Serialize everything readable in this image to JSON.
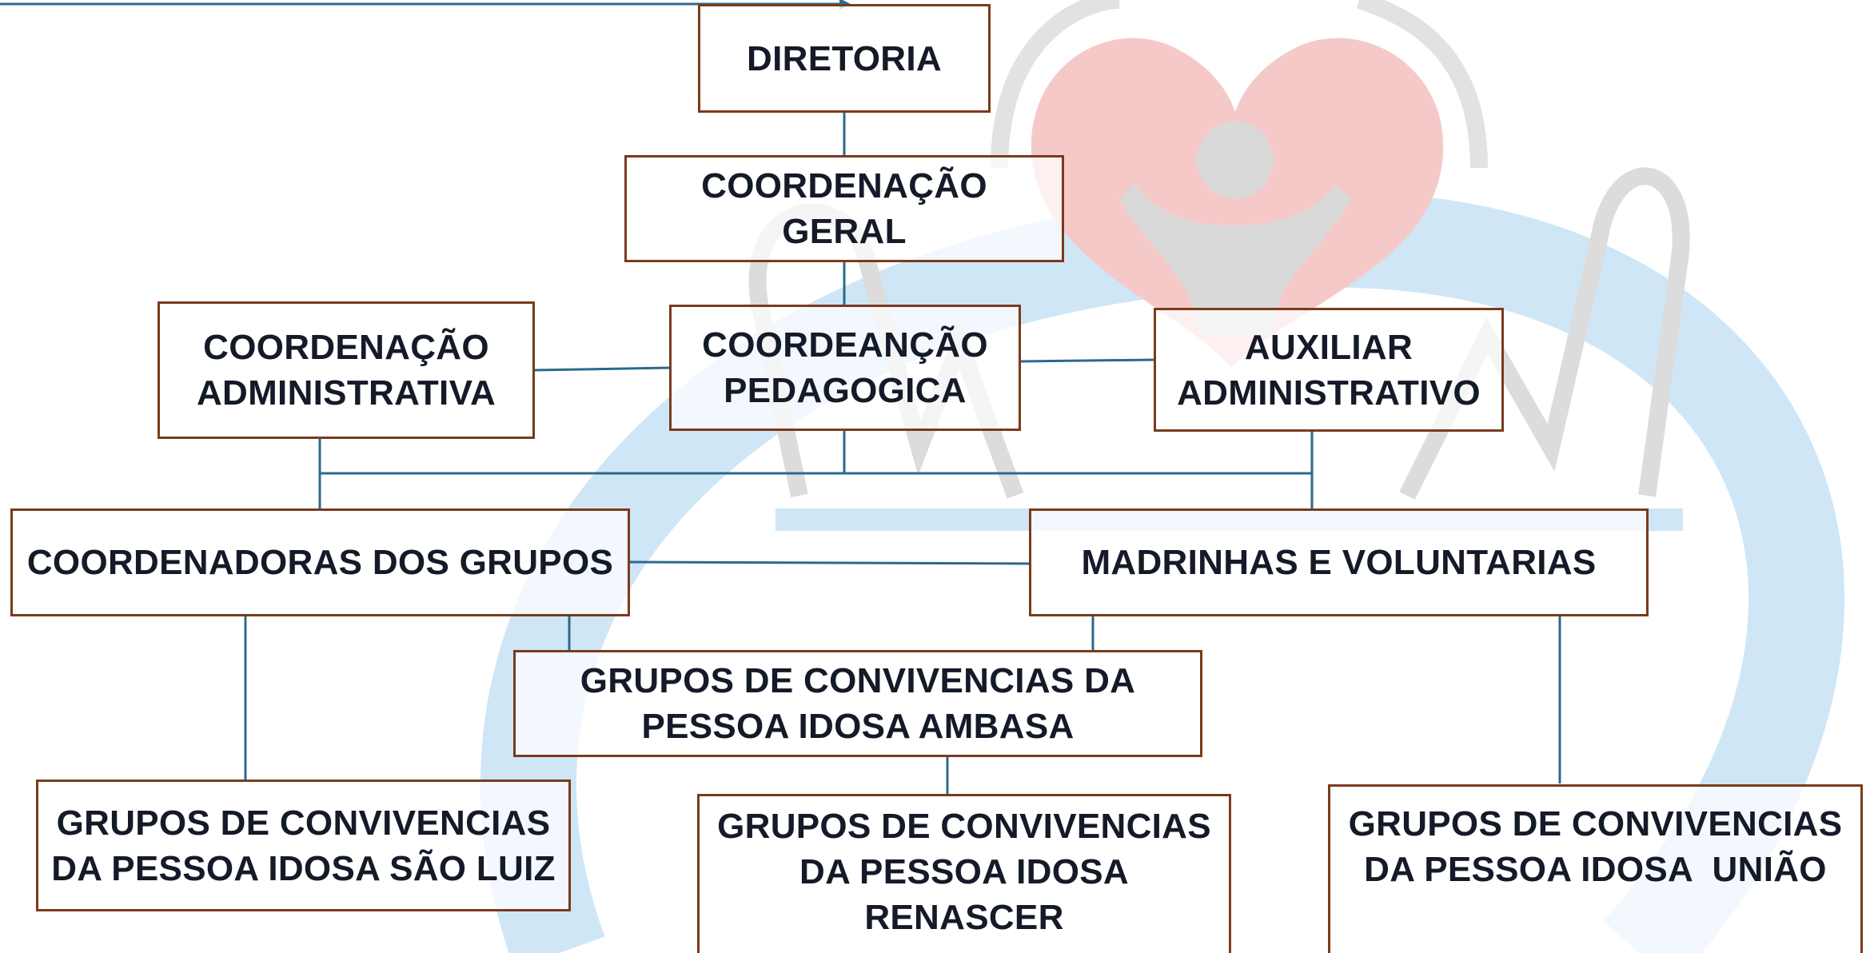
{
  "nodes": {
    "diretoria": "DIRETORIA",
    "coordenacao_geral": "COORDENAÇÃO GERAL",
    "coordenacao_administrativa": "COORDENAÇÃO ADMINISTRATIVA",
    "coordenacao_pedagogica": "COORDEANÇÃO PEDAGOGICA",
    "auxiliar_administrativo": "AUXILIAR ADMINISTRATIVO",
    "coordenadoras_grupos": "COORDENADORAS DOS GRUPOS",
    "madrinhas_voluntarias": "MADRINHAS E VOLUNTARIAS",
    "grupo_ambasa": "GRUPOS DE CONVIVENCIAS DA PESSOA IDOSA AMBASA",
    "grupo_sao_luiz": "GRUPOS DE CONVIVENCIAS DA PESSOA IDOSA SÃO LUIZ",
    "grupo_renascer": "GRUPOS DE CONVIVENCIAS DA PESSOA IDOSA RENASCER",
    "grupo_uniao": "GRUPOS DE CONVIVENCIAS DA PESSOA IDOSA  UNIÃO"
  },
  "colors": {
    "box_border": "#7a3b1c",
    "connector": "#2a6a8e",
    "text": "#151a29",
    "watermark_heart": "#f6c9c9",
    "watermark_arc": "#cfe6f6",
    "watermark_figure": "#d9d9d9"
  }
}
